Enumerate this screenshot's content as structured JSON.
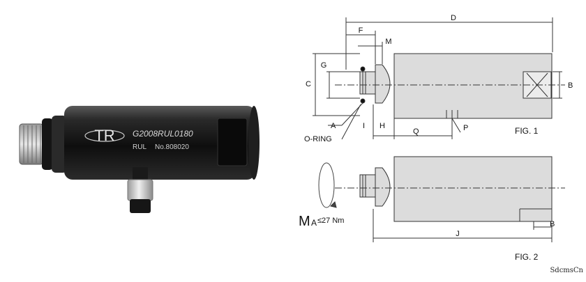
{
  "product": {
    "logo_text": "TR",
    "model": "G2008RUL0180",
    "series": "RUL",
    "serial": "No.808020"
  },
  "figure1": {
    "caption": "FIG. 1",
    "dims": {
      "D": "D",
      "F": "F",
      "M": "M",
      "G": "G",
      "C": "C",
      "B": "B",
      "A": "A",
      "I": "I",
      "H": "H",
      "Q": "Q",
      "P": "P"
    },
    "oring_label": "O-RING"
  },
  "figure2": {
    "caption": "FIG. 2",
    "dims": {
      "J": "J",
      "B": "B"
    },
    "torque_main": "M",
    "torque_sub": "A",
    "torque_value": "≤27 Nm"
  },
  "watermark": "SdcmsCn",
  "colors": {
    "body": "#1b1b1b",
    "drawing_fill": "#dcdcdc",
    "line": "#333333"
  }
}
